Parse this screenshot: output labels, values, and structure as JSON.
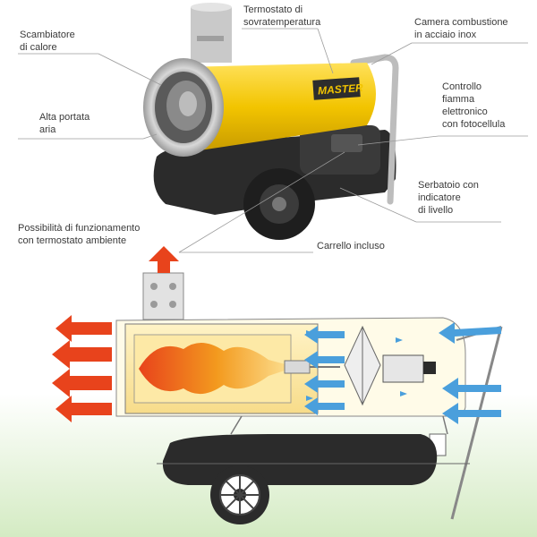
{
  "labels": {
    "heat_exchanger": [
      "Scambiatore",
      "di calore"
    ],
    "thermostat": [
      "Termostato di",
      "sovratemperatura"
    ],
    "combustion_chamber": [
      "Camera combustione",
      "in acciaio inox"
    ],
    "high_airflow": [
      "Alta portata",
      "aria"
    ],
    "flame_control": [
      "Controllo",
      "fiamma",
      "elettronico",
      "con fotocellula"
    ],
    "tank": [
      "Serbatoio con",
      "indicatore",
      "di livello"
    ],
    "room_thermostat": [
      "Possibilità di funzionamento",
      "con termostato ambiente"
    ],
    "trolley": [
      "Carrello incluso"
    ]
  },
  "brand": "MASTER",
  "colors": {
    "body_yellow": "#f2c400",
    "hot_arrow": "#e8431c",
    "cold_arrow": "#4a9fdc",
    "flame_orange": "#f39a1e",
    "tank_dark": "#2b2b2b",
    "ground_green": "#d4ebc3"
  }
}
